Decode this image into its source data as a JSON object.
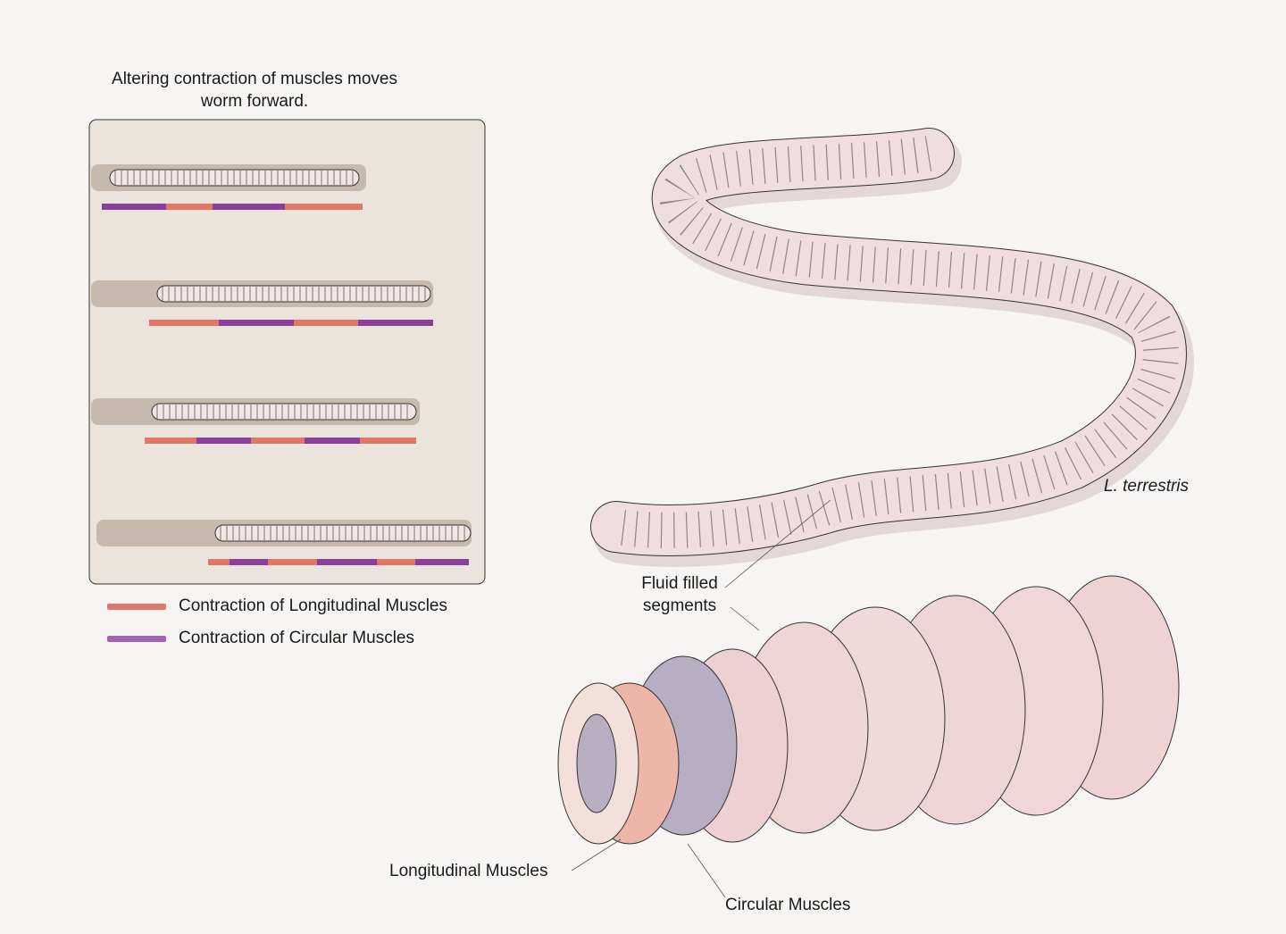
{
  "title": "Altering contraction of muscles moves worm forward.",
  "legend": [
    {
      "label": "Contraction of Longitudinal Muscles",
      "color": "#e07868",
      "key": "L"
    },
    {
      "label": "Contraction of Circular Muscles",
      "color": "#8b3f9c",
      "key": "C"
    }
  ],
  "sequence_rows": [
    {
      "segments": [
        "C",
        "L",
        "C",
        "L"
      ]
    },
    {
      "segments": [
        "L",
        "C",
        "L",
        "C"
      ]
    },
    {
      "segments": [
        "L",
        "C",
        "L",
        "C",
        "L"
      ]
    },
    {
      "segments": [
        "L",
        "C",
        "L",
        "C",
        "L",
        "C"
      ]
    }
  ],
  "labels": {
    "species": "L. terrestris",
    "fluid_filled_segments": "Fluid filled segments",
    "longitudinal_muscles": "Longitudinal Muscles",
    "circular_muscles": "Circular Muscles"
  },
  "colors": {
    "paper": "#f7f5f3",
    "panel": "#ece6df",
    "burrow": "#a89888",
    "worm_pink": "#efd8dc",
    "circular_layer": "#b8aec4"
  }
}
